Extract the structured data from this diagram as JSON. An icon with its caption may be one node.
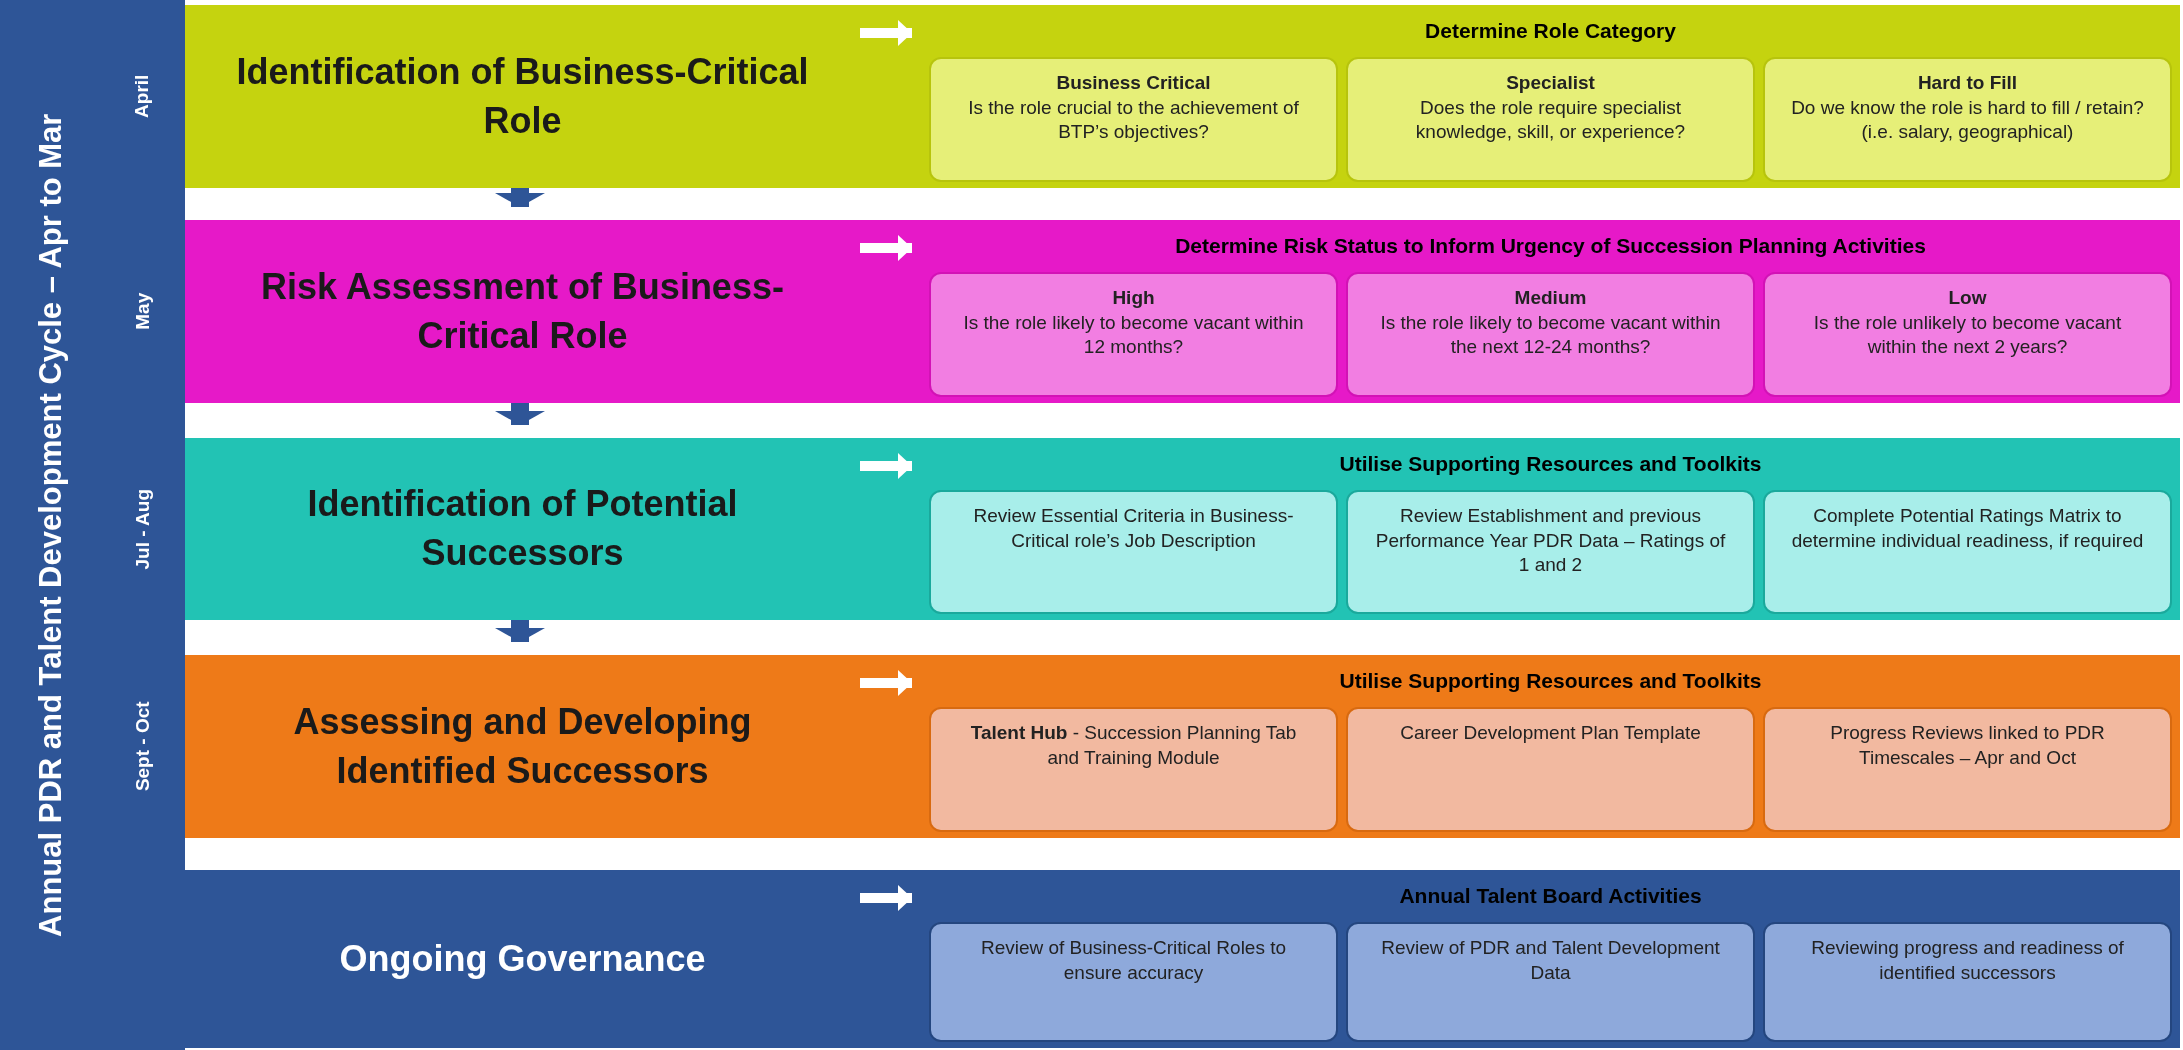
{
  "diagram": {
    "nodes": [
      {
        "text": [
          "Annual PDR and Talent Development Cycle – Apr to Mar"
        ]
      },
      {
        "text": [
          "Identification of Business-Critical Role"
        ]
      },
      {
        "text": [
          "Determine Role Category"
        ]
      },
      {
        "text": [
          "Business Critical",
          "Is the role crucial to the achievement of BTP’s objectives?"
        ],
        "in": 2
      },
      {
        "text": [
          "Specialist",
          "Does the role require specialist knowledge, skill, or experience?"
        ],
        "in": 2
      },
      {
        "text": [
          "Hard to Fill",
          "Do we know the role is hard to fill / retain? (i.e. salary, geographical)"
        ],
        "in": 2
      },
      {
        "text": [
          "Risk Assessment of Business-Critical Role"
        ]
      },
      {
        "text": [
          "Determine Risk Status to Inform Urgency of Succession Planning Activities"
        ]
      },
      {
        "text": [
          "High",
          "Is the role likely to become vacant within 12 months?"
        ],
        "in": 7
      },
      {
        "text": [
          "Medium",
          "Is the role likely to become vacant within the next 12-24 months?"
        ],
        "in": 7
      },
      {
        "text": [
          "Low",
          "Is the role unlikely to become vacant within the next 2 years?"
        ],
        "in": 7
      },
      {
        "text": [
          "Identification of Potential Successors"
        ]
      },
      {
        "text": [
          "Utilise Supporting Resources and Toolkits"
        ]
      },
      {
        "text": [
          "Review Essential Criteria in Business-Critical role’s Job Description"
        ],
        "in": 12
      },
      {
        "text": [
          "Review Establishment and previous Performance Year PDR Data – Ratings of 1 and 2"
        ],
        "in": 12
      },
      {
        "text": [
          "Complete Potential Ratings Matrix to determine individual readiness, if required"
        ],
        "in": 12
      },
      {
        "text": [
          "Assessing and Developing Identified Successors"
        ]
      },
      {
        "text": [
          "Utilise Supporting Resources and Toolkits"
        ]
      },
      {
        "text": [
          "**Talent Hub** - Succession Planning Tab and Training Module"
        ],
        "in": 17
      },
      {
        "text": [
          "Career Development Plan Template"
        ],
        "in": 17
      },
      {
        "text": [
          "Progress Reviews linked to PDR Timescales – Apr and Oct"
        ],
        "in": 17
      },
      {
        "text": [
          "Ongoing Governance"
        ]
      },
      {
        "text": [
          "Annual Talent Board Activities"
        ]
      },
      {
        "text": [
          "Review of Business-Critical Roles to ensure accuracy"
        ],
        "in": 22
      },
      {
        "text": [
          "Review of PDR and Talent Development Data"
        ],
        "in": 22
      },
      {
        "text": [
          "Reviewing progress and readiness of identified successors"
        ],
        "in": 22
      }
    ],
    "edges": [
      {
        "from": 1,
        "to": 2,
        "arrow": "to"
      },
      {
        "from": 6,
        "to": 7,
        "arrow": "to"
      },
      {
        "from": 11,
        "to": 12,
        "arrow": "to"
      },
      {
        "from": 16,
        "to": 17,
        "arrow": "to"
      },
      {
        "from": 21,
        "to": 22,
        "arrow": "to"
      },
      {
        "from": 1,
        "to": 6,
        "arrow": "to",
        "style": "thick",
        "color": "#2e5597"
      },
      {
        "from": 6,
        "to": 11,
        "arrow": "to",
        "style": "thick",
        "color": "#2e5597"
      },
      {
        "from": 11,
        "to": 16,
        "arrow": "to",
        "style": "thick",
        "color": "#2e5597"
      }
    ],
    "labels": [
      "April",
      "May",
      "Jul - Aug",
      "Sept - Oct"
    ]
  }
}
